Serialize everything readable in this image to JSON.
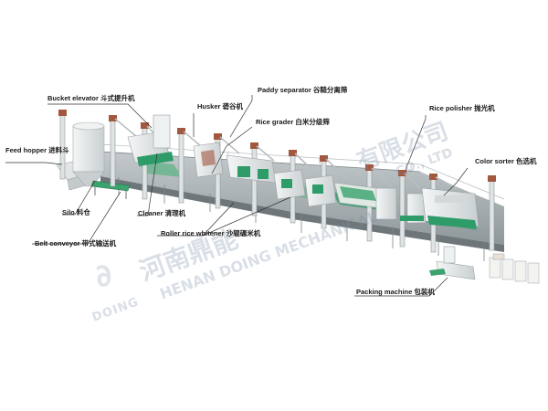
{
  "labels": {
    "feed_hopper": "Feed hopper 进料斗",
    "bucket_elevator": "Bucket elevator 斗式提升机",
    "husker": "Husker 砻谷机",
    "paddy_separator": "Paddy separator 谷糙分离筛",
    "rice_grader": "Rice grader 白米分级筛",
    "rice_polisher": "Rice polisher 抛光机",
    "color_sorter": "Color sorter 色选机",
    "silo": "Silo 料仓",
    "cleaner": "Cleaner 清理机",
    "roller_whitener": "Roller rice whitener 沙辊碾米机",
    "belt_conveyor": "Belt conveyor 带式输送机",
    "packing_machine": "Packing machine 包装机"
  },
  "watermark": {
    "cn_name": "河南鼎能",
    "en_name": "HENAN DOING MECHANICAL",
    "brand": "DOING",
    "cn_company": "有限公司",
    "en_company": "CO., LTD"
  },
  "colors": {
    "platform": "#9aa3a6",
    "machine": "#e6eaeb",
    "accent_green": "#2e9c68",
    "conveyor_green": "#3aa36e",
    "rust": "#a2573f",
    "leader_line": "#333333"
  }
}
